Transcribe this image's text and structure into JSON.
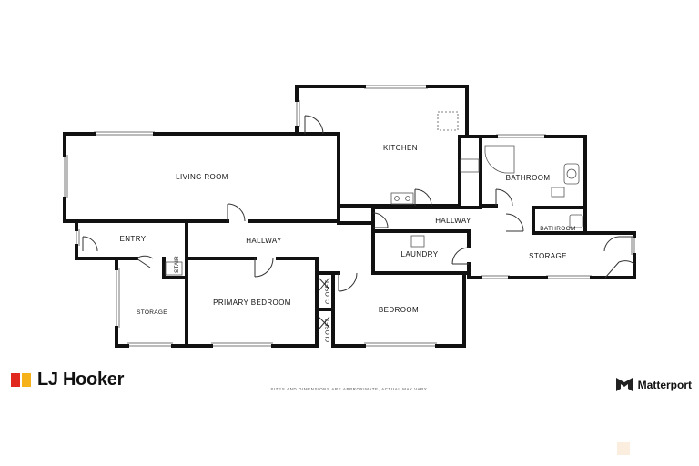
{
  "rooms": {
    "kitchen": "KITCHEN",
    "living_room": "LIVING ROOM",
    "bathroom_main": "BATHROOM",
    "hallway_left": "HALLWAY",
    "hallway_right": "HALLWAY",
    "entry": "ENTRY",
    "laundry": "LAUNDRY",
    "bathroom_small": "BATHROOM",
    "storage_right": "STORAGE",
    "stair": "STAIR",
    "storage_left": "STORAGE",
    "primary_bedroom": "PRIMARY BEDROOM",
    "closet_1": "CLOSET",
    "closet_2": "CLOSET",
    "bedroom": "BEDROOM"
  },
  "footer": {
    "disclaimer": "SIZES AND DIMENSIONS ARE APPROXIMATE, ACTUAL MAY VARY.",
    "agency": "LJ Hooker",
    "provider": "Matterport"
  },
  "colors": {
    "wall": "#111111",
    "agency_red": "#e0281f",
    "agency_yellow": "#f6b21a"
  }
}
